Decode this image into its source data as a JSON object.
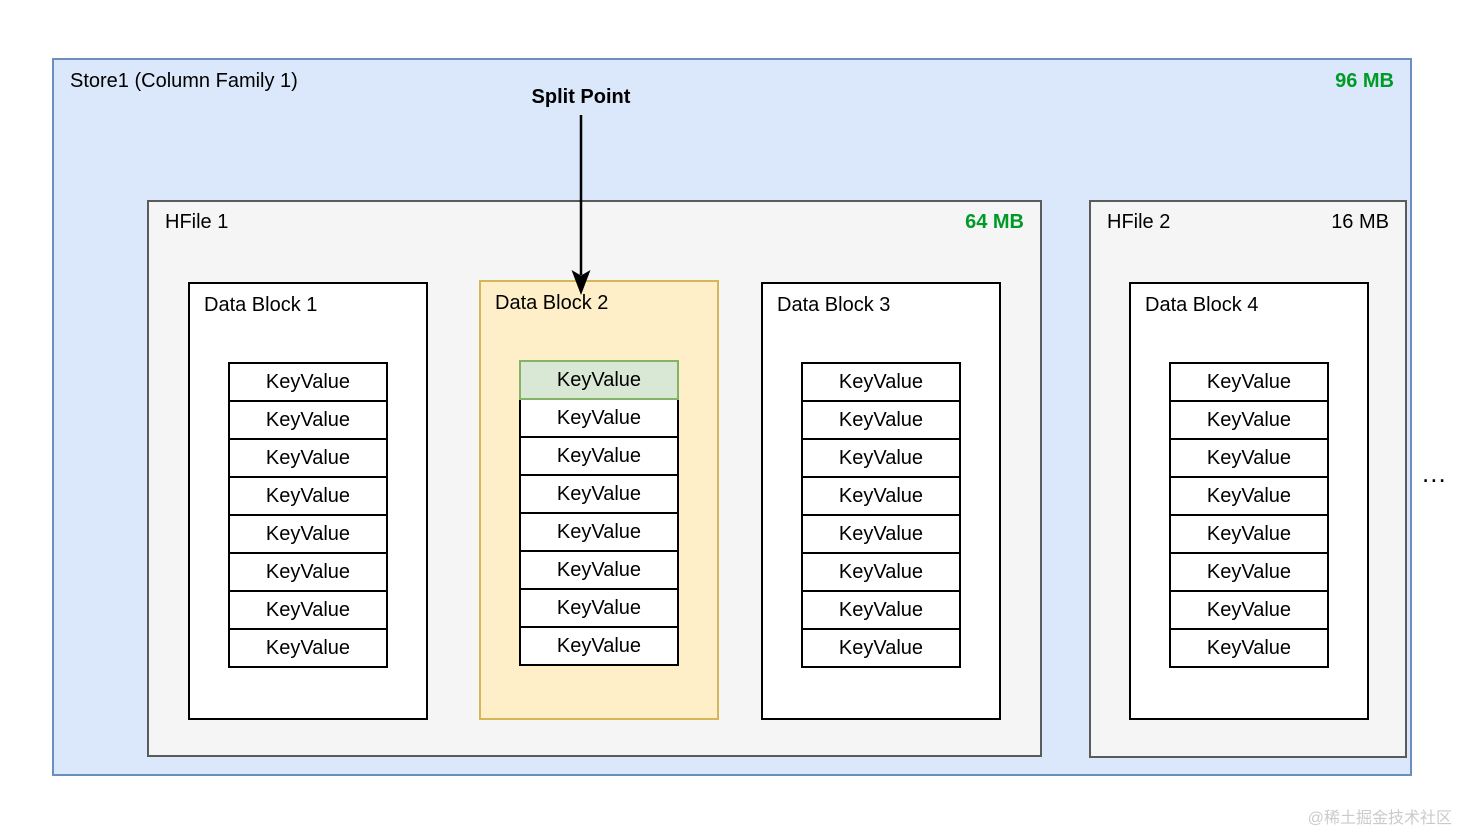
{
  "store": {
    "title": "Store1 (Column Family 1)",
    "size": "96 MB"
  },
  "split_point": {
    "label": "Split Point"
  },
  "hfiles": {
    "hfile1": {
      "name": "HFile 1",
      "size": "64 MB"
    },
    "hfile2": {
      "name": "HFile 2",
      "size": "16 MB"
    }
  },
  "blocks": {
    "block1": {
      "title": "Data Block 1",
      "rows": [
        "KeyValue",
        "KeyValue",
        "KeyValue",
        "KeyValue",
        "KeyValue",
        "KeyValue",
        "KeyValue",
        "KeyValue"
      ]
    },
    "block2": {
      "title": "Data Block 2",
      "rows": [
        "KeyValue",
        "KeyValue",
        "KeyValue",
        "KeyValue",
        "KeyValue",
        "KeyValue",
        "KeyValue",
        "KeyValue"
      ],
      "first_row_is_split_point": true
    },
    "block3": {
      "title": "Data Block 3",
      "rows": [
        "KeyValue",
        "KeyValue",
        "KeyValue",
        "KeyValue",
        "KeyValue",
        "KeyValue",
        "KeyValue",
        "KeyValue"
      ]
    },
    "block4": {
      "title": "Data Block 4",
      "rows": [
        "KeyValue",
        "KeyValue",
        "KeyValue",
        "KeyValue",
        "KeyValue",
        "KeyValue",
        "KeyValue",
        "KeyValue"
      ]
    }
  },
  "ellipsis": "...",
  "watermark": "@稀土掘金技术社区",
  "colors": {
    "store_fill": "#dbe7fa",
    "store_border": "#6c8ebf",
    "hfile_fill": "#f5f5f5",
    "hfile_border": "#5b5b5b",
    "highlight_block_fill": "#ffefc9",
    "highlight_block_border": "#d6b656",
    "split_cell_fill": "#d9e8d4",
    "split_cell_border": "#82b366",
    "size_text_green": "#009b27"
  }
}
